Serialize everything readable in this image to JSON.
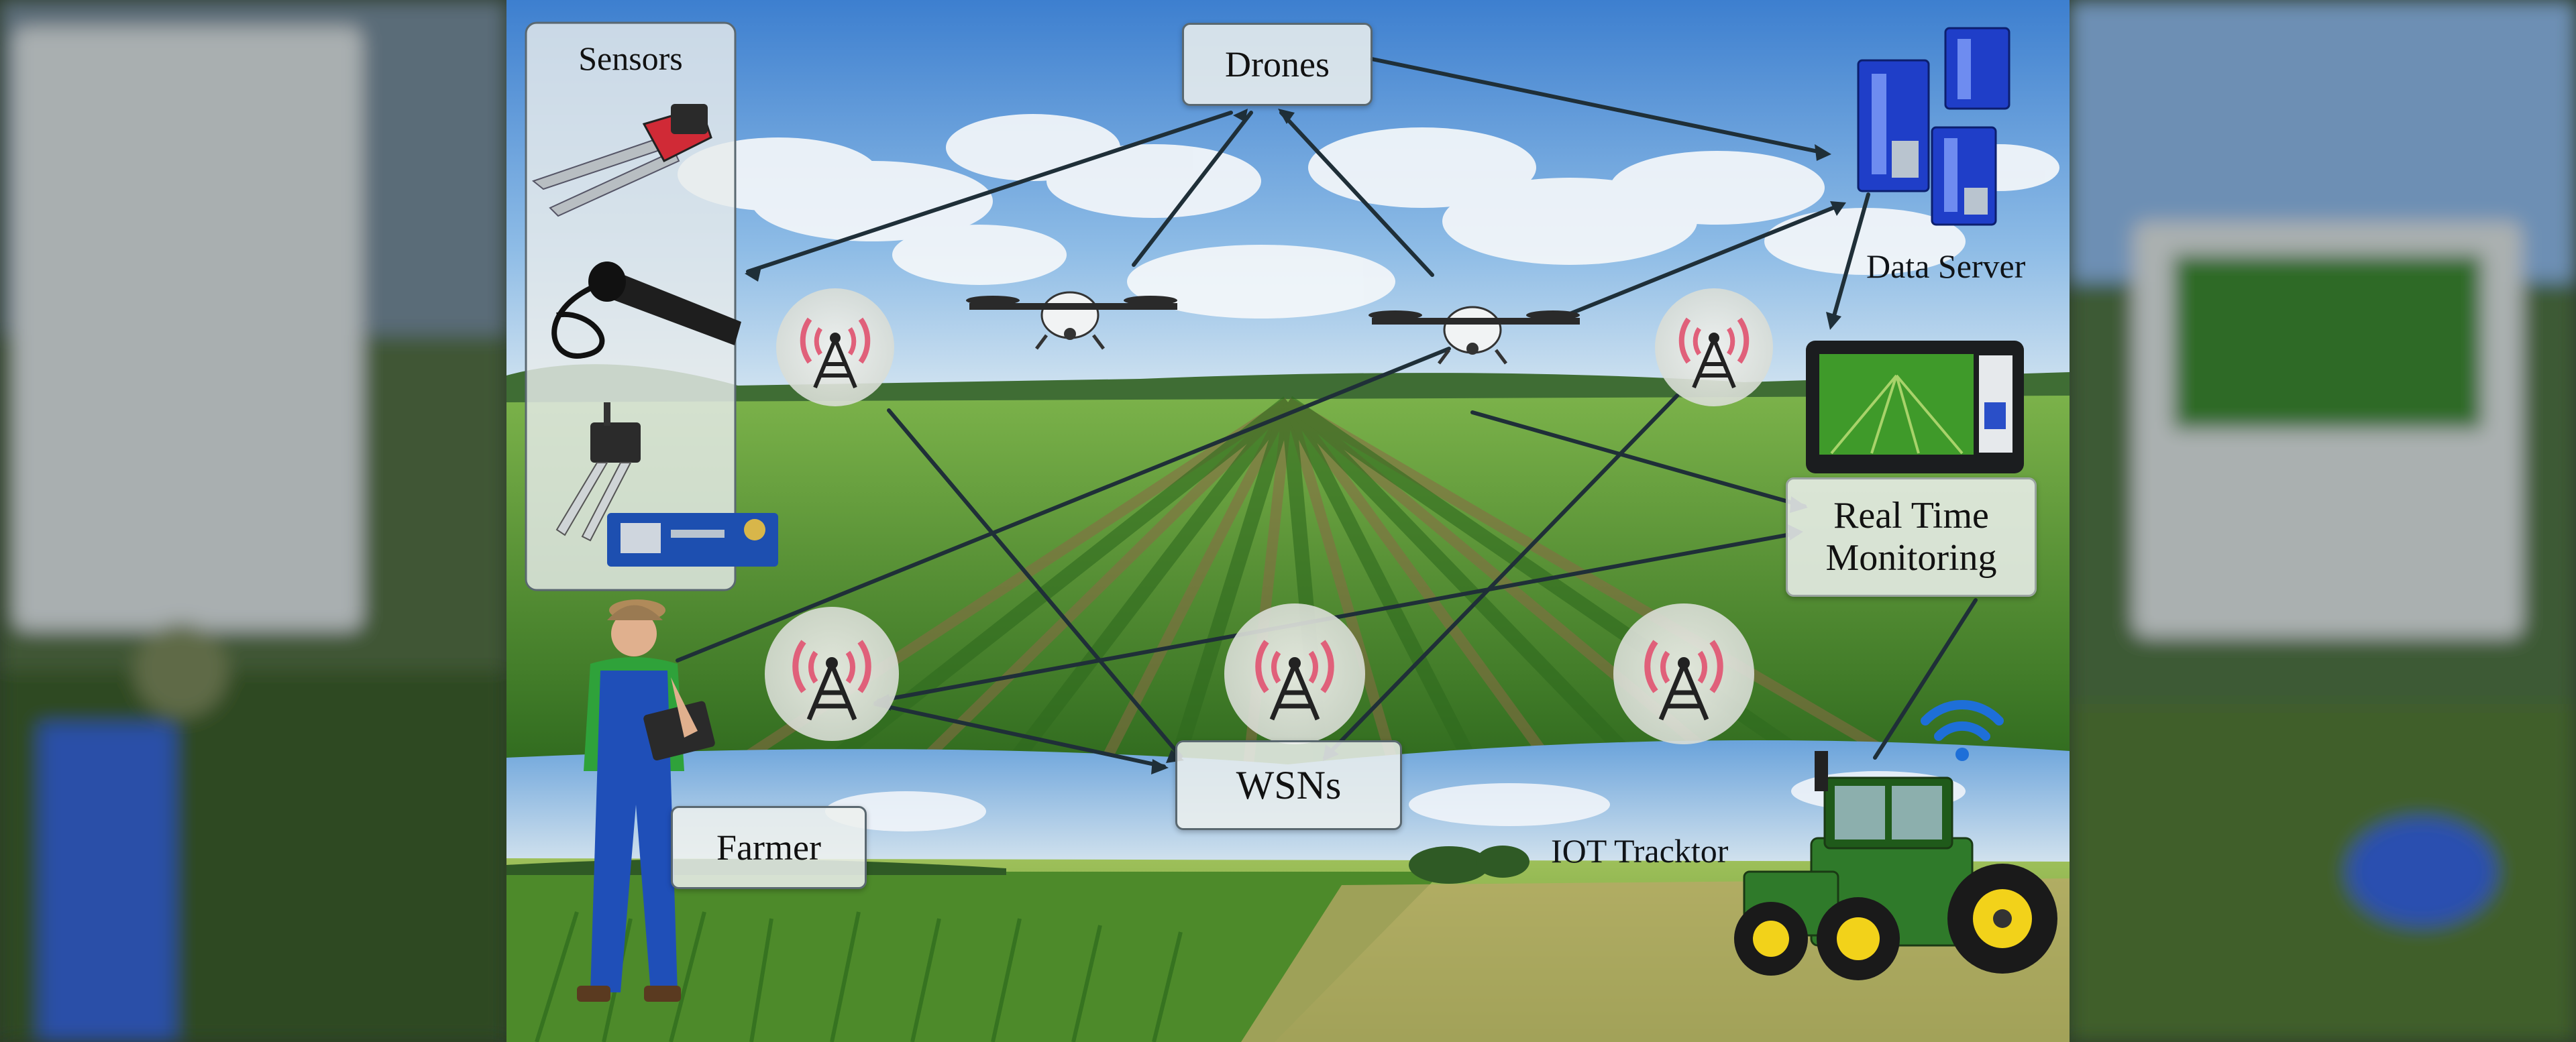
{
  "labels": {
    "sensors": "Sensors",
    "drones": "Drones",
    "data_server": "Data Server",
    "real_time_monitoring_line1": "Real Time",
    "real_time_monitoring_line2": "Monitoring",
    "wsns": "WSNs",
    "farmer": "Farmer",
    "iot_tractor": "IOT Tracktor"
  },
  "icons": {
    "sensor_1": "soil-probe-icon",
    "sensor_2": "handheld-sensor-icon",
    "sensor_3": "moisture-sensor-icon",
    "drone": "quadcopter-drone-icon",
    "server": "server-rack-icon",
    "tablet": "monitoring-tablet-icon",
    "wsn_node": "wireless-antenna-icon",
    "wifi": "wifi-icon",
    "tractor": "tractor-icon",
    "farmer": "farmer-figure"
  },
  "colors": {
    "sky": "#5f9fd8",
    "field_green": "#4f8a2e",
    "soil": "#8a6a45",
    "server_blue": "#1f3ec8",
    "tractor_green": "#2f7a2a",
    "tractor_yellow": "#f2d21a",
    "antenna_red": "#e0607a",
    "connector": "#1f2f38"
  }
}
